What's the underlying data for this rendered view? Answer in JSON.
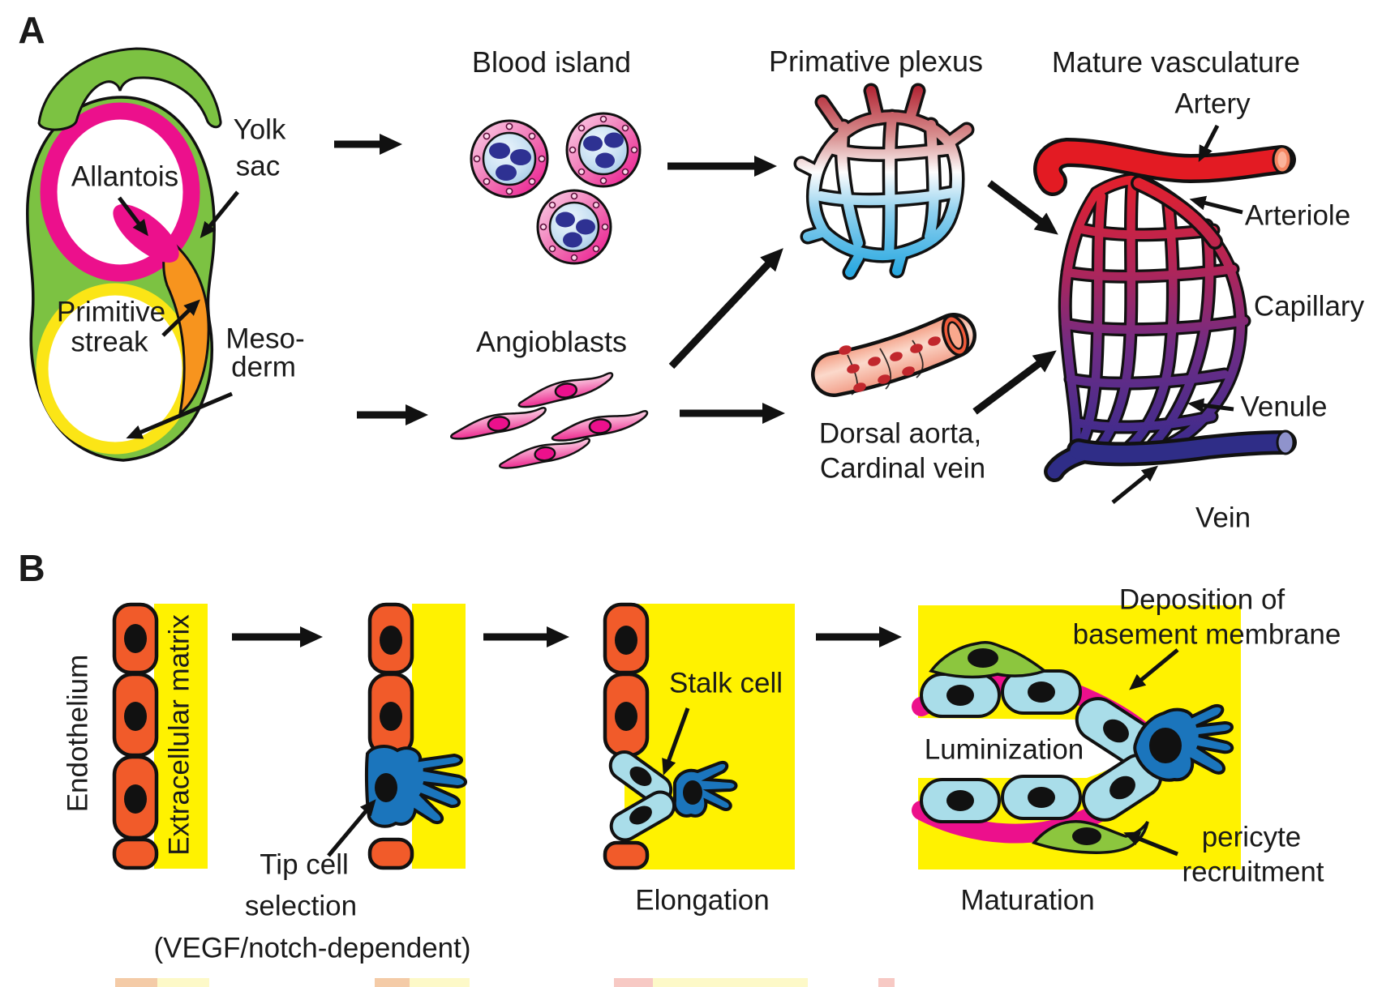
{
  "figure": {
    "panel_a": {
      "letter": "A",
      "embryo": {
        "allantois": "Allantois",
        "yolk_line1": "Yolk",
        "yolk_line2": "sac",
        "streak_line1": "Primitive",
        "streak_line2": "streak",
        "meso_line1": "Meso-",
        "meso_line2": "derm"
      },
      "stage_titles": {
        "blood_island": "Blood island",
        "angioblasts": "Angioblasts",
        "primative_plexus": "Primative plexus",
        "mature_vasculature": "Mature vasculature"
      },
      "aorta_line1": "Dorsal aorta,",
      "aorta_line2": "Cardinal vein",
      "vessel_labels": {
        "artery": "Artery",
        "arteriole": "Arteriole",
        "capillary": "Capillary",
        "venule": "Venule",
        "vein": "Vein"
      }
    },
    "panel_b": {
      "letter": "B",
      "endothelium": "Endothelium",
      "extracellular_matrix": "Extracellular matrix",
      "tip_line1": "Tip cell",
      "tip_line2": "selection",
      "tip_line3": "(VEGF/notch-dependent)",
      "stalk_cell": "Stalk cell",
      "elongation": "Elongation",
      "luminization": "Luminization",
      "maturation": "Maturation",
      "deposition_line1": "Deposition of",
      "deposition_line2": "basement membrane",
      "pericyte_line1": "pericyte",
      "pericyte_line2": "recruitment"
    },
    "colors": {
      "embryo_green": "#7cc242",
      "magenta": "#ec108c",
      "embryo_yellow": "#fbe516",
      "streak_orange": "#f7941e",
      "matrix_yellow": "#fff200",
      "endothelial_orange": "#f15b2a",
      "tip_cell_blue": "#1b75bc",
      "stalk_cell_blue": "#a9dde9",
      "pericyte_green": "#8cc63e",
      "artery_red": "#e31b23",
      "vein_blue": "#2f2d87",
      "plexus_blue": "#2aa9e1",
      "nucleus_navy": "#2e3192",
      "aorta_salmon": "#ee6c4e"
    }
  }
}
